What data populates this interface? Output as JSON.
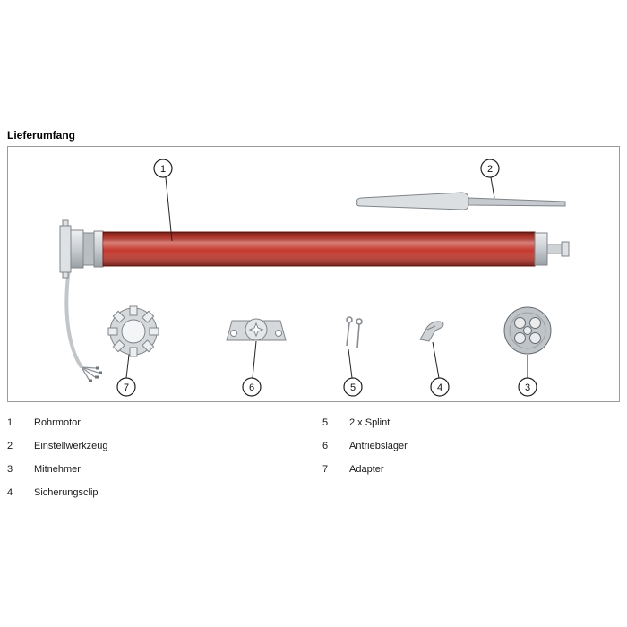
{
  "page": {
    "title": "Lieferumfang"
  },
  "diagram": {
    "callouts": {
      "c1": "1",
      "c2": "2",
      "c3": "3",
      "c4": "4",
      "c5": "5",
      "c6": "6",
      "c7": "7"
    },
    "colors": {
      "motor_red": "#c4392e",
      "part_gray": "#d6d9dc",
      "outline_gray": "#80858a"
    }
  },
  "legend": {
    "columns": [
      {
        "items": [
          {
            "num": "1",
            "label": "Rohrmotor"
          },
          {
            "num": "2",
            "label": "Einstellwerkzeug"
          },
          {
            "num": "3",
            "label": "Mitnehmer"
          },
          {
            "num": "4",
            "label": "Sicherungsclip"
          }
        ]
      },
      {
        "items": [
          {
            "num": "5",
            "label": "2 x Splint"
          },
          {
            "num": "6",
            "label": "Antriebslager"
          },
          {
            "num": "7",
            "label": "Adapter"
          }
        ]
      }
    ]
  }
}
